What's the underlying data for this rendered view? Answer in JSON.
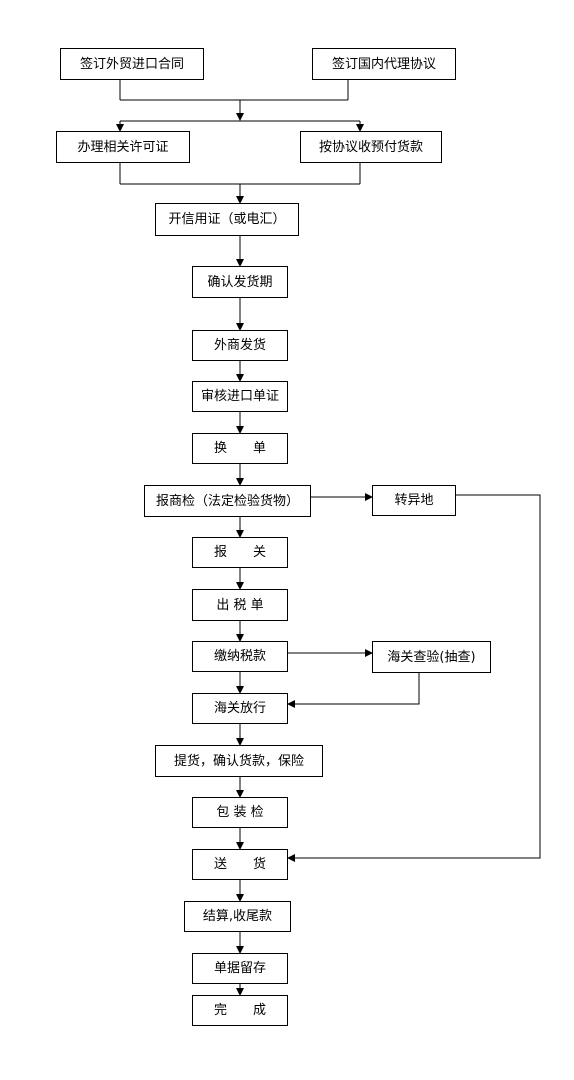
{
  "nodes": {
    "sign_foreign_contract": "签订外贸进口合同",
    "sign_domestic_agreement": "签订国内代理协议",
    "license": "办理相关许可证",
    "advance_payment": "按协议收预付货款",
    "letter_of_credit": "开信用证（或电汇）",
    "confirm_shipment": "确认发货期",
    "foreign_shipment": "外商发货",
    "review_documents": "审核进口单证",
    "exchange_documents": "换　　单",
    "inspection": "报商检（法定检验货物）",
    "transfer": "转异地",
    "declaration": "报　　关",
    "tax_bill": "出 税 单",
    "pay_tax": "缴纳税款",
    "customs_inspection": "海关查验(抽查)",
    "customs_release": "海关放行",
    "pickup": "提货，确认货款，保险",
    "packaging_check": "包 装 检",
    "delivery": "送　　货",
    "settlement": "结算,收尾款",
    "archive": "单据留存",
    "complete": "完　　成"
  }
}
